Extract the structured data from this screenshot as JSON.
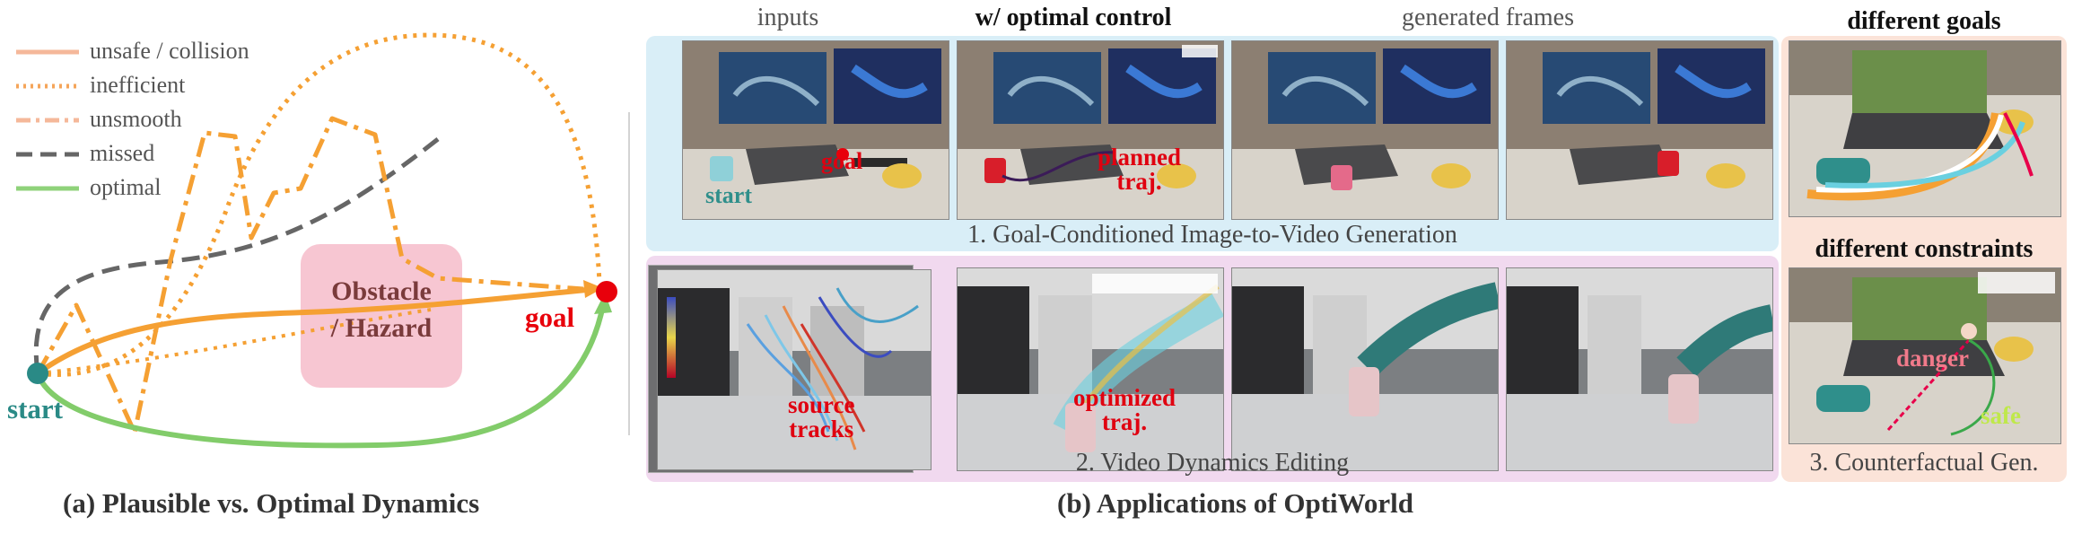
{
  "panel_a": {
    "legend": [
      {
        "label": "unsafe / collision",
        "style": "solid",
        "color": "#f5b89a"
      },
      {
        "label": "inefficient",
        "style": "dotted",
        "color": "#f5a55a"
      },
      {
        "label": "unsmooth",
        "style": "dashdot",
        "color": "#f5b89a"
      },
      {
        "label": "missed",
        "style": "dashed",
        "color": "#666666"
      },
      {
        "label": "optimal",
        "style": "solid",
        "color": "#8fd27a"
      }
    ],
    "obstacle_line1": "Obstacle",
    "obstacle_line2": "/ Hazard",
    "start_label": "start",
    "goal_label": "goal",
    "caption": "(a) Plausible vs. Optimal Dynamics",
    "colors": {
      "orange": "#f5a033",
      "green": "#82cc6a",
      "gray": "#666666",
      "start": "#2a8a86",
      "goal": "#e8000b",
      "obstacle": "#f7c6d2"
    }
  },
  "panel_b": {
    "columns": {
      "inputs": "inputs",
      "optimal": "w/ optimal control",
      "generated": "generated frames"
    },
    "row1": {
      "label": "1. Goal-Conditioned Image-to-Video Generation",
      "start": "start",
      "goal": "goal",
      "planned_line1": "planned",
      "planned_line2": "traj."
    },
    "row2": {
      "label": "2. Video Dynamics Editing",
      "source_line1": "source",
      "source_line2": "tracks",
      "optimized_line1": "optimized",
      "optimized_line2": "traj."
    },
    "caption": "(b) Applications of OptiWorld",
    "colors": {
      "row1_band": "#d9eef7",
      "row2_band": "#f1d9ef"
    }
  },
  "panel_c": {
    "title_top": "different goals",
    "title_bottom": "different constraints",
    "danger": "danger",
    "safe": "safe",
    "label": "3. Counterfactual Gen.",
    "colors": {
      "band": "#fbe3d8"
    }
  }
}
